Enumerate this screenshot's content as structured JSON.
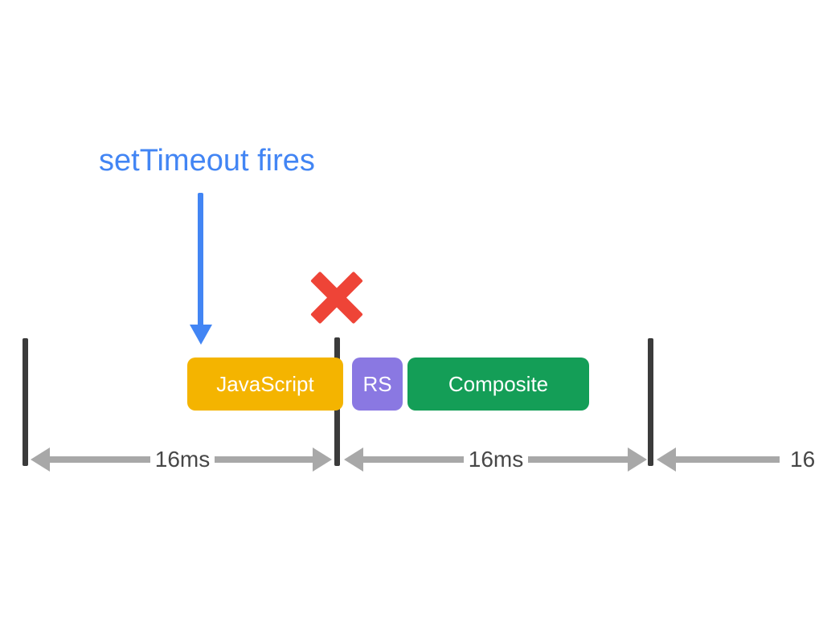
{
  "page": {
    "background": "#FFFFFF"
  },
  "annotation": {
    "title": "setTimeout fires",
    "title_color": "#4285F4",
    "arrow_icon": "down-arrow-icon",
    "arrow_color": "#4285F4"
  },
  "missed_frame_marker": {
    "icon": "x-cross-icon",
    "color": "#EE4437"
  },
  "timeline": {
    "frame_boundary_color": "#3B3B3B",
    "frame_boundaries": 3,
    "tasks": [
      {
        "label": "JavaScript",
        "color": "#F4B400",
        "text_color": "#FFFFFF"
      },
      {
        "label": "RS",
        "color": "#8A78E2",
        "text_color": "#FFFFFF"
      },
      {
        "label": "Composite",
        "color": "#149E57",
        "text_color": "#FFFFFF"
      }
    ],
    "intervals": [
      {
        "label": "16ms"
      },
      {
        "label": "16ms"
      },
      {
        "label": "16"
      }
    ],
    "measure_arrow_color": "#A8A8A8",
    "measure_label_color": "#474747"
  }
}
